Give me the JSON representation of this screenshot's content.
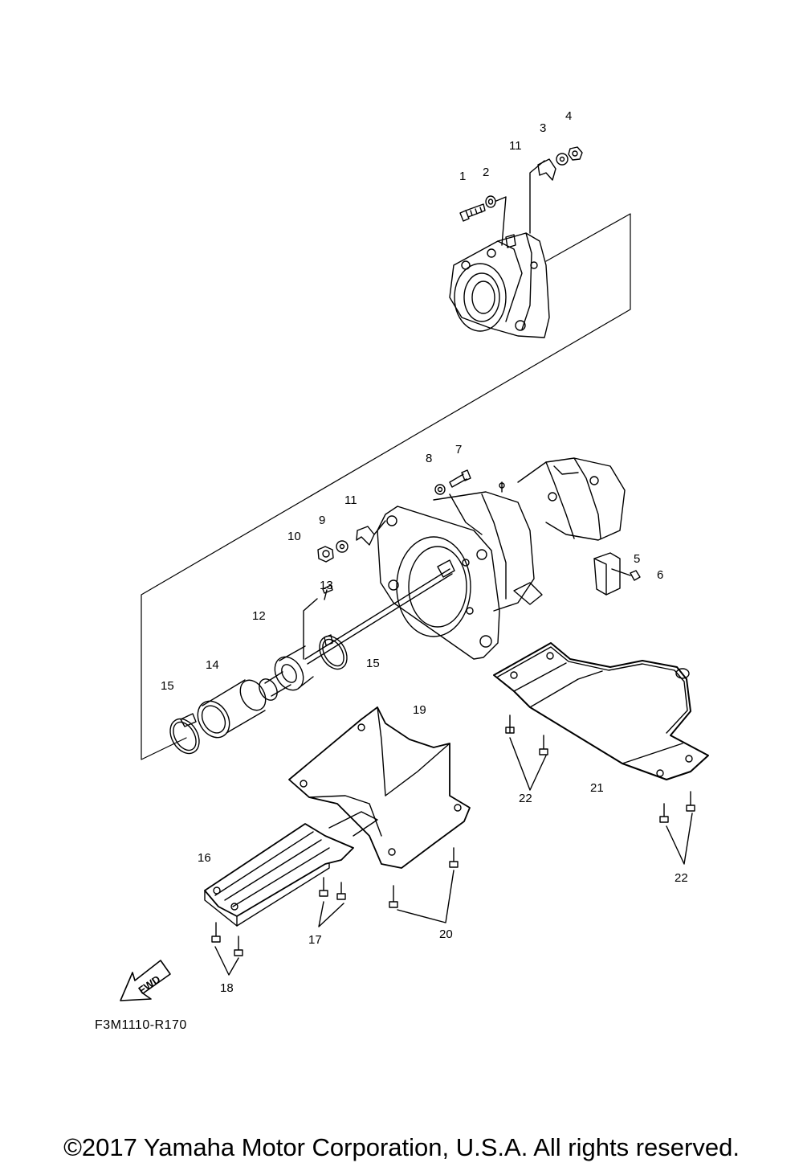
{
  "labels": {
    "l1": "1",
    "l2": "2",
    "l3": "3",
    "l4": "4",
    "l11a": "11",
    "l7": "7",
    "l8": "8",
    "l11b": "11",
    "l9": "9",
    "l10": "10",
    "l5": "5",
    "l6": "6",
    "l13": "13",
    "l12": "12",
    "l14": "14",
    "l15a": "15",
    "l15b": "15",
    "l19": "19",
    "l21": "21",
    "l22a": "22",
    "l22b": "22",
    "l16": "16",
    "l17": "17",
    "l20": "20",
    "l18": "18"
  },
  "fwd_label": "FWD",
  "figure_code": "F3M1110-R170",
  "copyright": "©2017 Yamaha Motor Corporation, U.S.A. All rights reserved."
}
